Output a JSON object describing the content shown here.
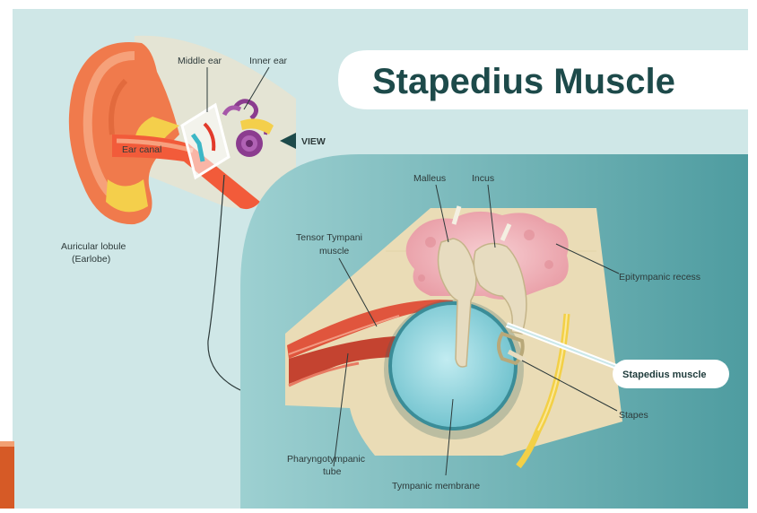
{
  "title": "Stapedius Muscle",
  "labels": {
    "middle_ear": "Middle ear",
    "inner_ear": "Inner ear",
    "ear_canal": "Ear canal",
    "view": "VIEW",
    "auricular_lobule_1": "Auricular lobule",
    "auricular_lobule_2": "(Earlobe)",
    "tensor_tympani_1": "Tensor Tympani",
    "tensor_tympani_2": "muscle",
    "malleus": "Malleus",
    "incus": "Incus",
    "epitympanic_recess": "Epitympanic recess",
    "stapedius_muscle": "Stapedius muscle",
    "stapes": "Stapes",
    "pharyngotympanic_1": "Pharyngotympanic",
    "pharyngotympanic_2": "tube",
    "tympanic_membrane": "Tympanic membrane"
  },
  "colors": {
    "background": "#cfe7e7",
    "panel": "#5aa3a6",
    "panel_light": "#8ec6c8",
    "title": "#1d4a4a",
    "bone": "#eadcb6",
    "pink": "#f1b2b9",
    "ossicle": "#e7dcc0",
    "membrane": "#8ed3dd",
    "muscle": "#e0553d",
    "ear": "#f07a4c",
    "nerve": "#f3d046",
    "accent_bar": "#d65a26"
  }
}
